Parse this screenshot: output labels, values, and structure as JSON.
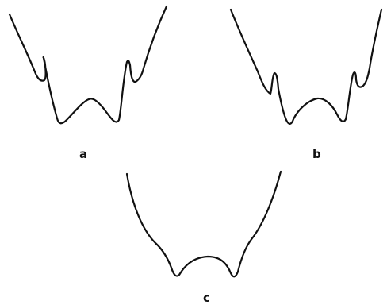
{
  "figure": {
    "panels": [
      {
        "id": "a",
        "label": "a"
      },
      {
        "id": "b",
        "label": "b"
      },
      {
        "id": "c",
        "label": "c"
      }
    ],
    "stroke_color": "#111111",
    "background_color": "#ffffff"
  }
}
